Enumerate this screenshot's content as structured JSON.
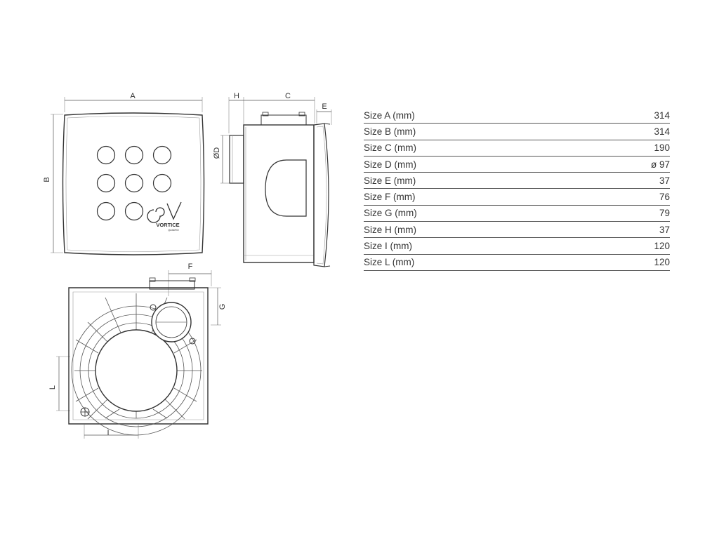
{
  "dimension_labels": {
    "A": "A",
    "B": "B",
    "C": "C",
    "D": "ØD",
    "E": "E",
    "F": "F",
    "G": "G",
    "H": "H",
    "I": "I",
    "L": "L"
  },
  "logo": {
    "brand": "VORTICE",
    "sub": "QUADRO"
  },
  "specs": [
    {
      "label": "Size A (mm)",
      "value": "314"
    },
    {
      "label": "Size B (mm)",
      "value": "314"
    },
    {
      "label": "Size C (mm)",
      "value": "190"
    },
    {
      "label": "Size D (mm)",
      "value": "ø 97"
    },
    {
      "label": "Size E (mm)",
      "value": "37"
    },
    {
      "label": "Size F (mm)",
      "value": "76"
    },
    {
      "label": "Size G (mm)",
      "value": "79"
    },
    {
      "label": "Size H (mm)",
      "value": "37"
    },
    {
      "label": "Size I (mm)",
      "value": "120"
    },
    {
      "label": "Size L (mm)",
      "value": "120"
    }
  ]
}
